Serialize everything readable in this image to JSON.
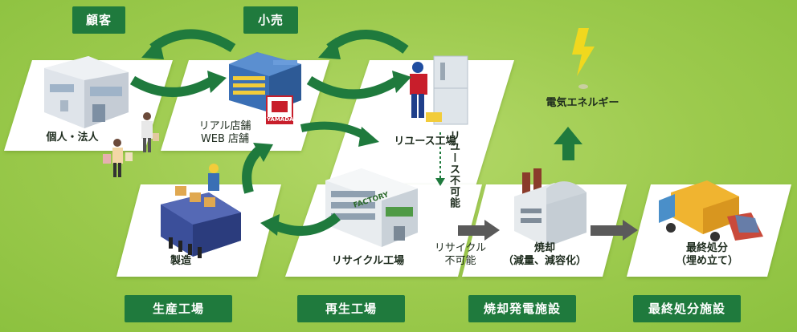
{
  "top_labels": {
    "customer": "顧客",
    "retail": "小売"
  },
  "captions": {
    "individual": "個人・法人",
    "retail_store": "リアル店舗\nWEB 店舗",
    "reuse_factory": "リユース工場",
    "manufacturing": "製造",
    "recycle_factory": "リサイクル工場",
    "incineration": "焼却\n（減量、減容化）",
    "final_disposal": "最終処分\n（埋め立て）",
    "electric_energy": "電気エネルギー",
    "reuse_impossible": "リユース不可能",
    "recycle_impossible": "リサイクル\n不可能",
    "factory_sign": "FACTORY",
    "store_logo": "YAMADA"
  },
  "bottom_labels": {
    "production": "生産工場",
    "recycling": "再生工場",
    "incineration_power": "焼却発電施設",
    "final_disposal_facility": "最終処分施設"
  },
  "colors": {
    "arrow_green": "#1f7a3d",
    "arrow_gray": "#555555",
    "panel": "#ffffff",
    "label_bg": "#1f7a3d",
    "bolt": "#f0d81e"
  }
}
